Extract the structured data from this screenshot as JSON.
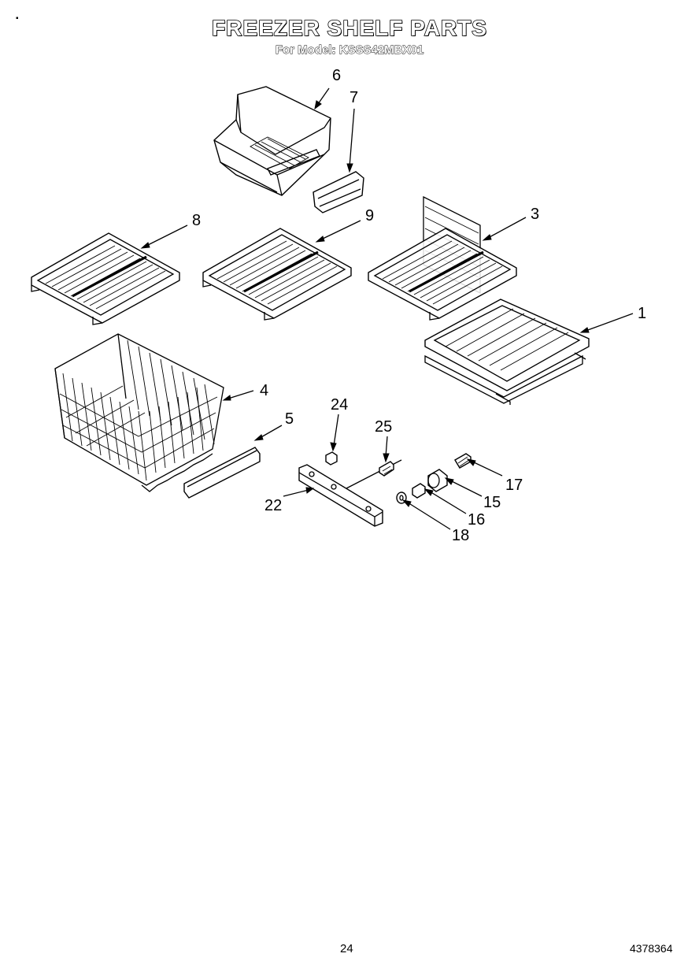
{
  "title": "FREEZER SHELF PARTS",
  "subtitle": "For Model: KSSS42MBX01",
  "page_number": "24",
  "document_number": "4378364",
  "callouts": {
    "p1": "1",
    "p3": "3",
    "p4": "4",
    "p5": "5",
    "p6": "6",
    "p7": "7",
    "p8": "8",
    "p9": "9",
    "p15": "15",
    "p16": "16",
    "p17": "17",
    "p18": "18",
    "p22": "22",
    "p24": "24",
    "p25": "25"
  }
}
